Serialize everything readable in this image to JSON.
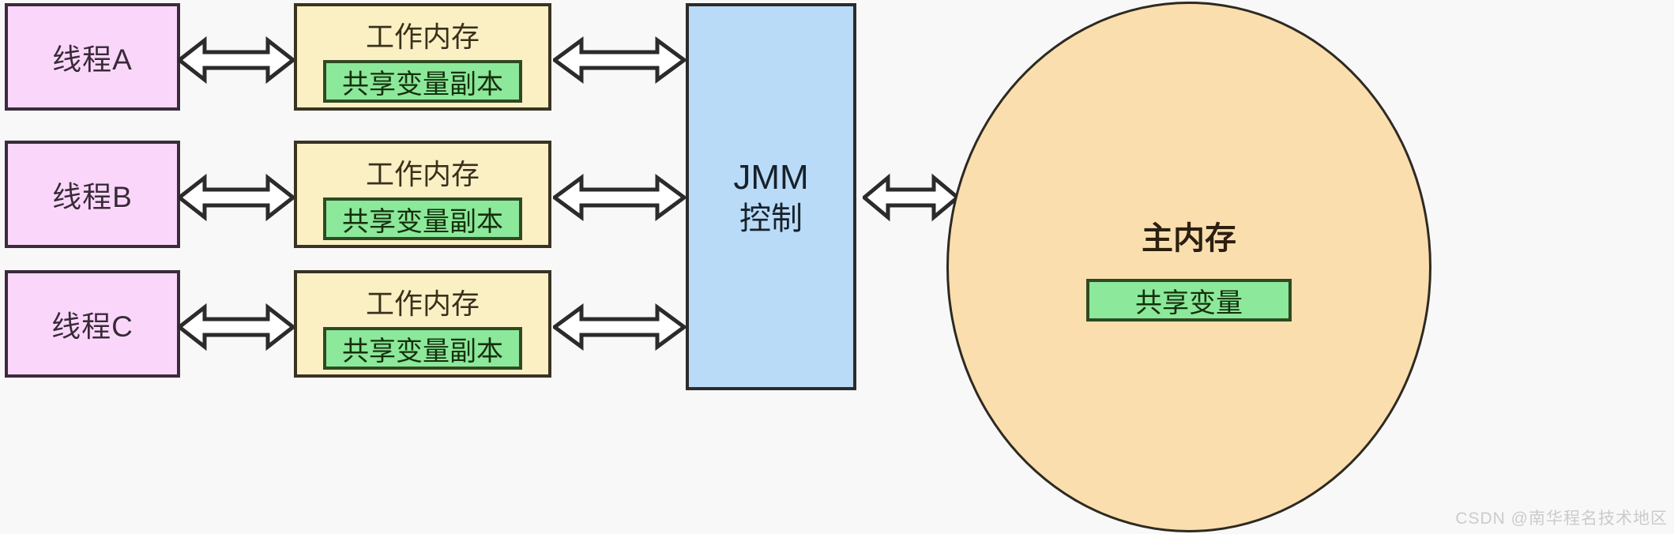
{
  "diagram": {
    "title_text_note": "Java Memory Model (JMM) thread / working memory / main memory diagram",
    "threads": [
      {
        "label": "线程A"
      },
      {
        "label": "线程B"
      },
      {
        "label": "线程C"
      }
    ],
    "working_memory": [
      {
        "title": "工作内存",
        "variable": "共享变量副本"
      },
      {
        "title": "工作内存",
        "variable": "共享变量副本"
      },
      {
        "title": "工作内存",
        "variable": "共享变量副本"
      }
    ],
    "jmm": {
      "line1": "JMM",
      "line2": "控制"
    },
    "main_memory": {
      "title": "主内存",
      "variable": "共享变量"
    },
    "arrows": {
      "thread_to_working": "double-headed-arrow",
      "working_to_jmm": "double-headed-arrow",
      "jmm_to_main": "double-headed-arrow"
    },
    "watermark": "CSDN @南华程名技术地区",
    "colors": {
      "thread_fill": "#fbd6fb",
      "thread_border": "#3b2b3b",
      "working_memory_fill": "#fbf0c4",
      "working_memory_border": "#3a3322",
      "shared_variable_fill": "#8ce89a",
      "shared_variable_border": "#2f4a22",
      "jmm_fill": "#badbf7",
      "jmm_border": "#2b2b2b",
      "main_memory_fill": "#fbdeae",
      "main_memory_border": "#2e2a22",
      "background": "#f8f8f8"
    }
  }
}
